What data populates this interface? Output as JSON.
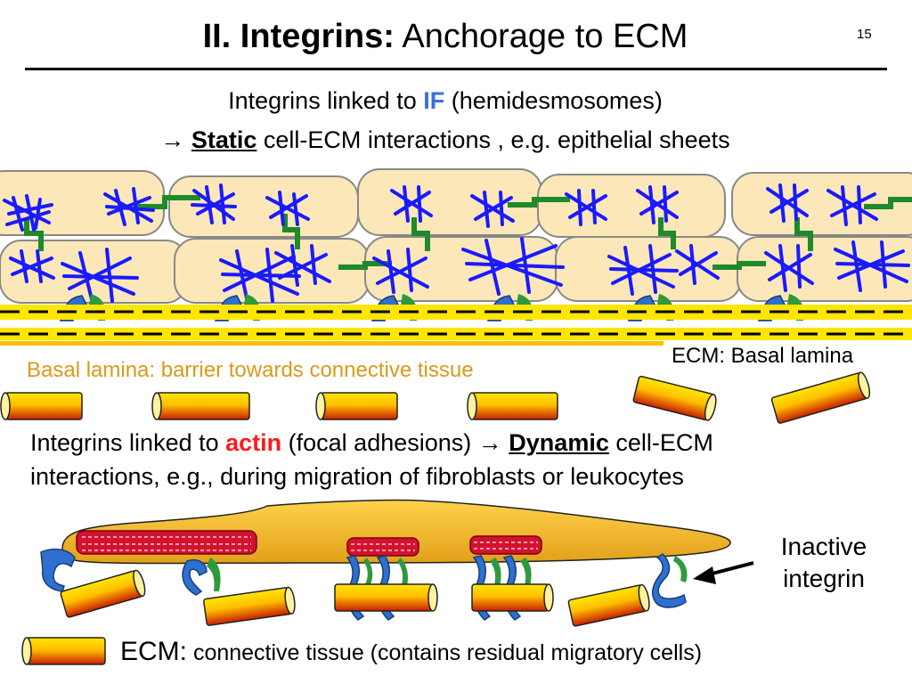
{
  "slide": {
    "title_bold": "II. Integrins:",
    "title_rest": " Anchorage to ECM",
    "number": "15"
  },
  "static_section": {
    "line1_pre": "Integrins linked to ",
    "line1_key": "IF",
    "line1_post": " (hemidesmosomes)",
    "arrow": "→",
    "line2_key": "Static",
    "line2_post": " cell-ECM interactions , e.g. epithelial sheets"
  },
  "labels": {
    "basal_lamina_note": "Basal lamina: barrier towards connective tissue",
    "ecm_basal": "ECM: Basal lamina",
    "inactive_line1": "Inactive",
    "inactive_line2": "integrin",
    "ecm_bottom_key": "ECM:",
    "ecm_bottom_rest": " connective tissue (contains residual migratory cells)"
  },
  "dynamic_section": {
    "line1_pre": "Integrins linked to ",
    "line1_key": "actin",
    "line1_mid": " (focal adhesions) ",
    "arrow": "→",
    "line1_key2": "Dynamic",
    "line1_post": " cell-ECM",
    "line2": "interactions, e.g., during migration of fibroblasts or leukocytes"
  },
  "colors": {
    "cell_fill": "#fbe7b8",
    "filament_blue": "#1a1aff",
    "junction_green": "#1e8a2a",
    "integrin_blue": "#2f6fcf",
    "integrin_green": "#2e9a3c",
    "lamina_yellow": "#ffe600",
    "basal_text": "#d99a1c",
    "actin_red": "#d2122e",
    "if_blue": "#3a6fe0"
  }
}
